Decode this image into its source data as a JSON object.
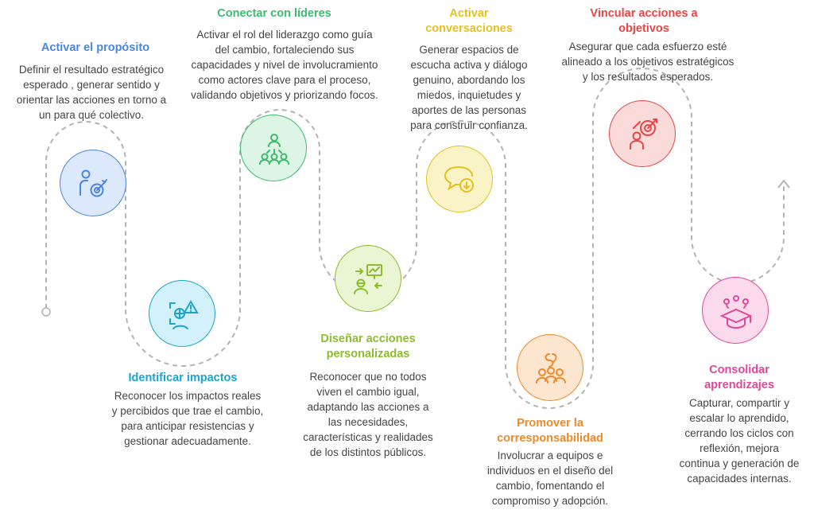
{
  "steps": [
    {
      "title": [
        "Activar el propósito"
      ],
      "description": [
        "Definir el resultado estratégico",
        "esperado , generar sentido y",
        "orientar las acciones en torno a",
        "un para qué colectivo."
      ],
      "color": "#4a86e0",
      "fill": "#dce8fb",
      "icon": "person-target-icon"
    },
    {
      "title": [
        "Identificar impactos"
      ],
      "description": [
        "Reconocer los impactos reales",
        "y percibidos que trae el cambio,",
        "para anticipar resistencias y",
        "gestionar adecuadamente."
      ],
      "color": "#1aa3cf",
      "fill": "#d3f1fb",
      "icon": "impact-warning-icon"
    },
    {
      "title": [
        "Conectar con líderes"
      ],
      "description": [
        "Activar el rol del liderazgo como guía",
        "del cambio, fortaleciendo sus",
        "capacidades y nivel de involucramiento",
        "como actores clave para el proceso,",
        "validando objetivos y priorizando focos."
      ],
      "color": "#3dbb6e",
      "fill": "#dcf5e4",
      "icon": "leader-team-icon"
    },
    {
      "title": [
        "Diseñar acciones",
        "personalizadas"
      ],
      "description": [
        "Reconocer que no todos",
        "viven el cambio igual,",
        "adaptando las acciones a",
        "las necesidades,",
        "características y realidades",
        "de los distintos públicos."
      ],
      "color": "#8bbd2e",
      "fill": "#eaf5d4",
      "icon": "personalized-actions-icon"
    },
    {
      "title": [
        "Activar",
        "conversaciones"
      ],
      "description": [
        "Generar espacios de",
        "escucha activa y diálogo",
        "genuino, abordando los",
        "miedos, inquietudes y",
        "aportes de las personas",
        "para construir confianza."
      ],
      "color": "#e6c01c",
      "fill": "#fbf3c8",
      "icon": "conversation-icon"
    },
    {
      "title": [
        "Promover la",
        "corresponsabilidad"
      ],
      "description": [
        "Involucrar a equipos e",
        "individuos en el diseño del",
        "cambio, fomentando el",
        "compromiso y adopción."
      ],
      "color": "#ee8a2a",
      "fill": "#fde6cf",
      "icon": "group-collaboration-icon"
    },
    {
      "title": [
        "Vincular acciones a",
        "objetivos"
      ],
      "description": [
        "Asegurar que cada esfuerzo esté",
        "alineado a los objetivos estratégicos",
        "y los resultados esperados."
      ],
      "color": "#e84545",
      "fill": "#fbdada",
      "icon": "goal-target-icon"
    },
    {
      "title": [
        "Consolidar",
        "aprendizajes"
      ],
      "description": [
        "Capturar, compartir y",
        "escalar lo aprendido,",
        "cerrando los ciclos con",
        "reflexión, mejora",
        "continua y generación de",
        "capacidades internas."
      ],
      "color": "#e0479b",
      "fill": "#fbdbeb",
      "icon": "graduation-learning-icon"
    }
  ]
}
